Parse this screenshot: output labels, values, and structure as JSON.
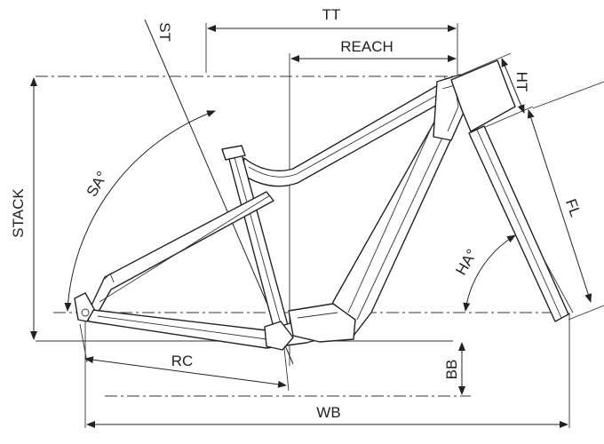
{
  "labels": {
    "tt": "TT",
    "reach": "REACH",
    "st": "ST",
    "ht": "HT",
    "stack": "STACK",
    "sa": "SA°",
    "fl": "FL",
    "ha": "HA°",
    "rc": "RC",
    "bb": "BB",
    "wb": "WB"
  }
}
